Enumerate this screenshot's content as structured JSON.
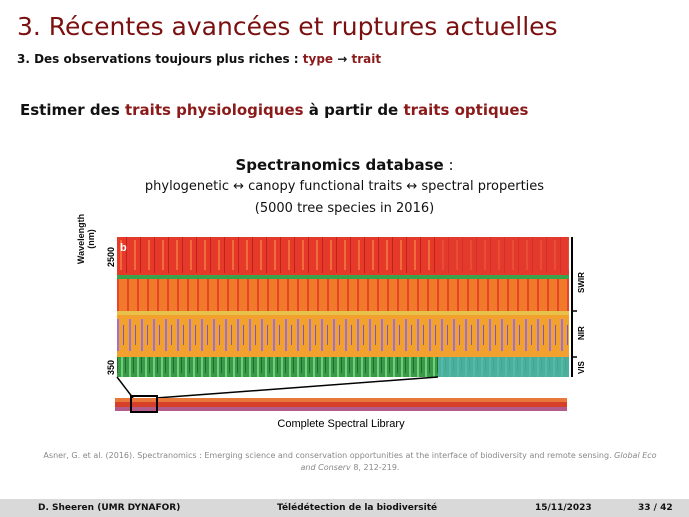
{
  "header": {
    "title": "3. Récentes avancées et ruptures actuelles",
    "subtitle_prefix": "3. Des observations toujours plus riches : ",
    "subtitle_type": "type",
    "subtitle_arrow": "→",
    "subtitle_trait": "trait"
  },
  "headline": {
    "p1": "Estimer des ",
    "p2": "traits physiologiques",
    "p3": " à partir de ",
    "p4": "traits optiques"
  },
  "figure": {
    "title_bold": "Spectranomics database",
    "title_colon": " :",
    "line1": "phylogenetic ↔ canopy functional traits ↔ spectral properties",
    "line2": "(5000 tree species in 2016)",
    "panel_letter": "b",
    "ylabel": "Wavelength (nm)",
    "y_top": "2500",
    "y_bottom": "350",
    "bands": [
      "SWIR",
      "NIR",
      "VIS"
    ],
    "library_label": "Complete Spectral Library"
  },
  "citation": {
    "text": "Asner, G. et al. (2016). Spectranomics : Emerging science and conservation opportunities at the interface of biodiversity and remote sensing.",
    "journal": "Global Eco and Conserv",
    "ref": " 8, 212-219."
  },
  "footer": {
    "author": "D. Sheeren (UMR DYNAFOR)",
    "course": "Télédétection de la biodiversité",
    "date": "15/11/2023",
    "page": "33 / 42"
  }
}
